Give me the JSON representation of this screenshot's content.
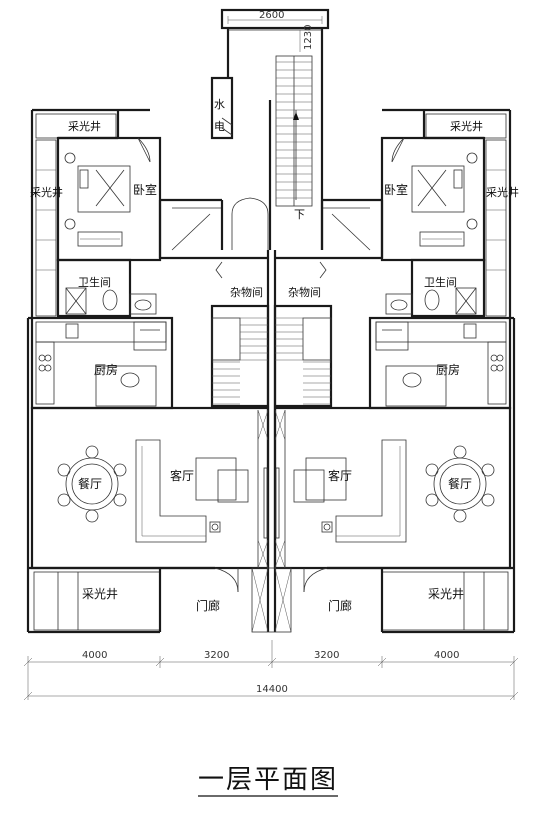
{
  "title": "一层平面图",
  "rooms": {
    "light_well": "采光井",
    "bedroom": "卧室",
    "bathroom": "卫生间",
    "storage": "杂物间",
    "kitchen": "厨房",
    "living_room": "客厅",
    "dining_room": "餐厅",
    "porch": "门廊",
    "water": "水",
    "electric": "电",
    "down": "下"
  },
  "dimensions": {
    "top_width": "2600",
    "top_small": "1230",
    "seg1": "4000",
    "seg2": "3200",
    "seg3": "3200",
    "seg4": "4000",
    "total": "14400"
  }
}
